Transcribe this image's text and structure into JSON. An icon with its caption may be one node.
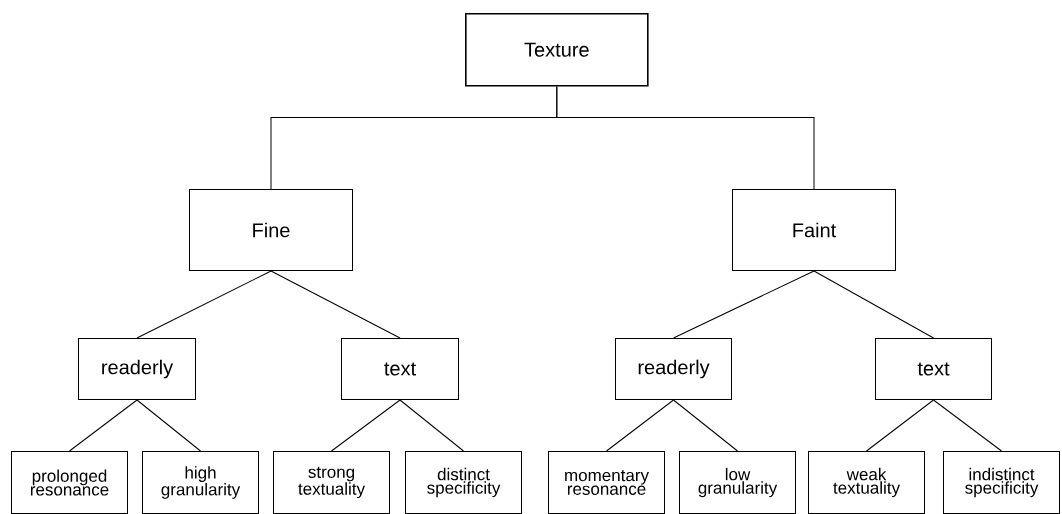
{
  "diagram": {
    "nodes": [
      {
        "text": [
          "Texture"
        ]
      },
      {
        "text": [
          "Fine"
        ]
      },
      {
        "text": [
          "Faint"
        ]
      },
      {
        "text": [
          "readerly"
        ]
      },
      {
        "text": [
          "text"
        ]
      },
      {
        "text": [
          "readerly"
        ]
      },
      {
        "text": [
          "text"
        ]
      },
      {
        "text": [
          "prolonged resonance"
        ]
      },
      {
        "text": [
          "high granularity"
        ]
      },
      {
        "text": [
          "strong textuality"
        ]
      },
      {
        "text": [
          "distinct specificity"
        ]
      },
      {
        "text": [
          "momentary resonance"
        ]
      },
      {
        "text": [
          "low granularity"
        ]
      },
      {
        "text": [
          "weak textuality"
        ]
      },
      {
        "text": [
          "indistinct specificity"
        ]
      }
    ],
    "edges": [
      {
        "from": 0,
        "to": 1,
        "arrow": "none"
      },
      {
        "from": 0,
        "to": 2,
        "arrow": "none"
      },
      {
        "from": 1,
        "to": 3,
        "arrow": "none"
      },
      {
        "from": 1,
        "to": 4,
        "arrow": "none"
      },
      {
        "from": 2,
        "to": 5,
        "arrow": "none"
      },
      {
        "from": 2,
        "to": 6,
        "arrow": "none"
      },
      {
        "from": 3,
        "to": 7,
        "arrow": "none"
      },
      {
        "from": 3,
        "to": 8,
        "arrow": "none"
      },
      {
        "from": 4,
        "to": 9,
        "arrow": "none"
      },
      {
        "from": 4,
        "to": 10,
        "arrow": "none"
      },
      {
        "from": 5,
        "to": 11,
        "arrow": "none"
      },
      {
        "from": 5,
        "to": 12,
        "arrow": "none"
      },
      {
        "from": 6,
        "to": 13,
        "arrow": "none"
      },
      {
        "from": 6,
        "to": 14,
        "arrow": "none"
      }
    ]
  }
}
